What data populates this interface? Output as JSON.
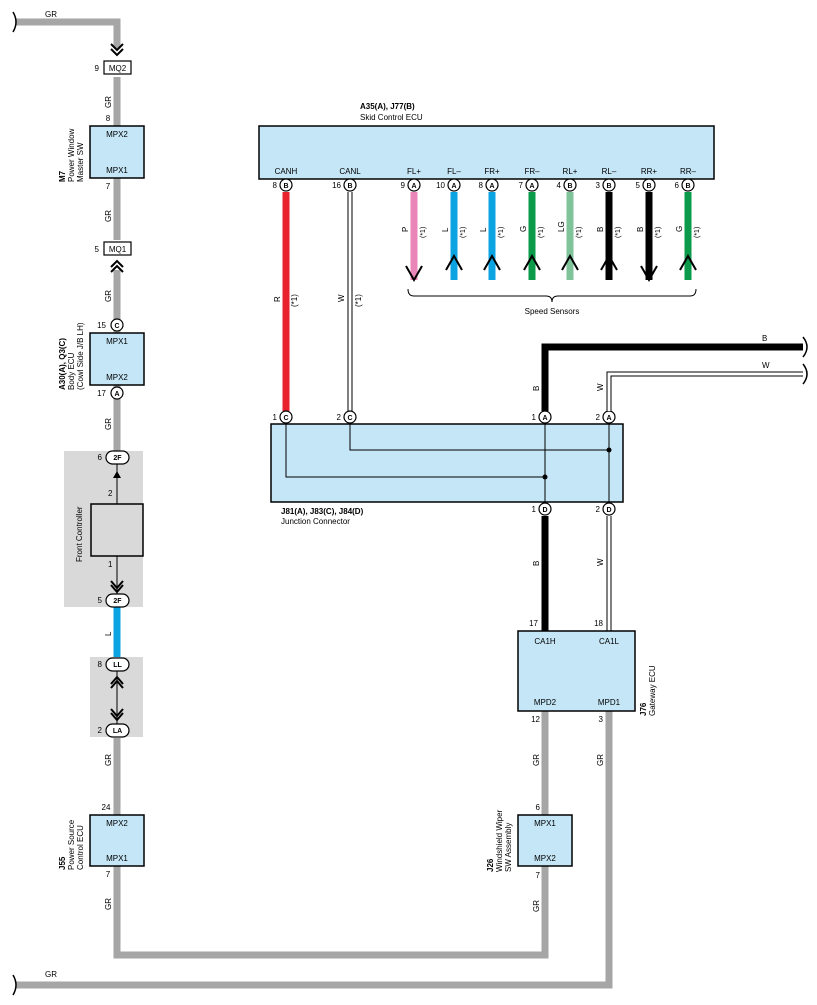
{
  "colors": {
    "gray_wire": "#a6a6a6",
    "red_wire": "#e8232d",
    "pink_wire": "#ea86b7",
    "blue_wire": "#0ba3e2",
    "green_wire": "#0a9a4a",
    "light_green_wire": "#7fc39b",
    "black_wire": "#000000",
    "ecu_fill": "#c5e6f7",
    "controller_bg": "#d9d9d9"
  },
  "skid_ecu": {
    "code": "A35(A), J77(B)",
    "name": "Skid Control ECU",
    "pins": [
      {
        "label": "CANH",
        "num": "8",
        "conn": "B"
      },
      {
        "label": "CANL",
        "num": "16",
        "conn": "B"
      },
      {
        "label": "FL+",
        "num": "9",
        "conn": "A"
      },
      {
        "label": "FL–",
        "num": "10",
        "conn": "A"
      },
      {
        "label": "FR+",
        "num": "8",
        "conn": "A"
      },
      {
        "label": "FR–",
        "num": "7",
        "conn": "A"
      },
      {
        "label": "RL+",
        "num": "4",
        "conn": "B"
      },
      {
        "label": "RL–",
        "num": "3",
        "conn": "B"
      },
      {
        "label": "RR+",
        "num": "5",
        "conn": "B"
      },
      {
        "label": "RR–",
        "num": "6",
        "conn": "B"
      }
    ],
    "sensor_wires": [
      {
        "color": "P",
        "note": "(*1)"
      },
      {
        "color": "L",
        "note": "(*1)"
      },
      {
        "color": "L",
        "note": "(*1)"
      },
      {
        "color": "G",
        "note": "(*1)"
      },
      {
        "color": "LG",
        "note": "(*1)"
      },
      {
        "color": "B",
        "note": "(*1)"
      },
      {
        "color": "B",
        "note": "(*1)"
      },
      {
        "color": "G",
        "note": "(*1)"
      }
    ],
    "sensors_label": "Speed Sensors",
    "canh_wire": {
      "color": "R",
      "note": "(*1)"
    },
    "canl_wire": {
      "color": "W",
      "note": "(*1)"
    }
  },
  "junction": {
    "code": "J81(A), J83(C), J84(D)",
    "name": "Junction Connector",
    "top_pins": [
      {
        "num": "1",
        "conn": "C"
      },
      {
        "num": "2",
        "conn": "C"
      },
      {
        "num": "1",
        "conn": "A"
      },
      {
        "num": "2",
        "conn": "A"
      }
    ],
    "bottom_pins": [
      {
        "num": "1",
        "conn": "D"
      },
      {
        "num": "2",
        "conn": "D"
      }
    ],
    "wire_b_top": "B",
    "wire_w_top": "W",
    "wire_b_bottom": "B",
    "wire_w_bottom": "W",
    "ext_b": "B",
    "ext_w": "W"
  },
  "gateway": {
    "code": "J76",
    "name": "Gateway ECU",
    "pins": {
      "ca1h": {
        "label": "CA1H",
        "num": "17"
      },
      "ca1l": {
        "label": "CA1L",
        "num": "18"
      },
      "mpd2": {
        "label": "MPD2",
        "num": "12"
      },
      "mpd1": {
        "label": "MPD1",
        "num": "3"
      }
    },
    "wire_left": "GR",
    "wire_right": "GR"
  },
  "wiper": {
    "code": "J26",
    "name_line1": "Windshield Wiper",
    "name_line2": "SW Assembly",
    "pins": {
      "mpx1": {
        "label": "MPX1",
        "num": "6"
      },
      "mpx2": {
        "label": "MPX2",
        "num": "7"
      }
    },
    "wire_bottom": "GR"
  },
  "left_chain": {
    "top_wire": "GR",
    "mq2": {
      "num": "9",
      "label": "MQ2"
    },
    "wire1": "GR",
    "power_window": {
      "code": "M7",
      "name_line1": "Power Window",
      "name_line2": "Master SW",
      "pin_top": {
        "label": "MPX2",
        "num": "8"
      },
      "pin_bottom": {
        "label": "MPX1",
        "num": "7"
      }
    },
    "wire2": "GR",
    "mq1": {
      "num": "5",
      "label": "MQ1"
    },
    "wire3": "GR",
    "body_ecu": {
      "code": "A30(A), Q3(C)",
      "name_line1": "Body ECU",
      "name_line2": "(Cowl Side J/B LH)",
      "pin_top": {
        "label": "MPX1",
        "num": "15",
        "conn": "C"
      },
      "pin_bottom": {
        "label": "MPX2",
        "num": "17",
        "conn": "A"
      }
    },
    "wire4": "GR",
    "front_controller": {
      "name": "Front Controller",
      "top": {
        "num": "6",
        "conn": "2F"
      },
      "inner_top": "2",
      "inner_bottom": "1",
      "bottom": {
        "num": "5",
        "conn": "2F"
      }
    },
    "wire5": "L",
    "ll": {
      "num": "8",
      "conn": "LL"
    },
    "la": {
      "num": "2",
      "conn": "LA"
    },
    "wire6": "GR",
    "power_source": {
      "code": "J55",
      "name_line1": "Power Source",
      "name_line2": "Control ECU",
      "pin_top": {
        "label": "MPX2",
        "num": "24"
      },
      "pin_bottom": {
        "label": "MPX1",
        "num": "7"
      }
    },
    "wire7": "GR",
    "bottom_wire": "GR"
  }
}
